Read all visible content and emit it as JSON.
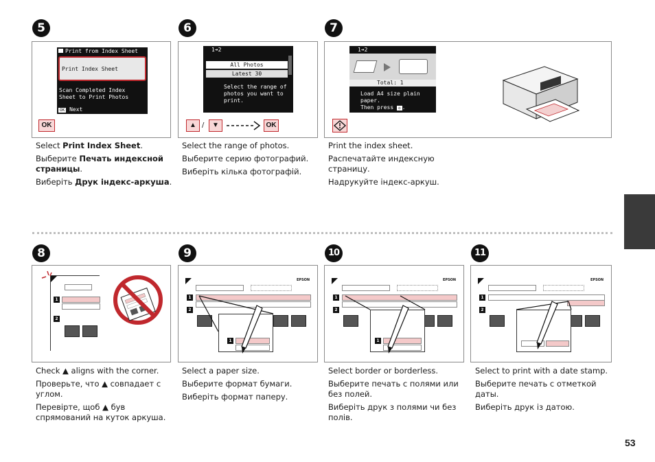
{
  "steps": {
    "s5": {
      "number": "5",
      "lcd_title": "Print from Index Sheet",
      "lcd_item_selected": "Print Index Sheet",
      "lcd_item_2a": "Scan Completed Index",
      "lcd_item_2b": "Sheet to Print Photos",
      "lcd_footer_key": "OK",
      "lcd_footer_text": "Next",
      "key_ok": "OK",
      "en_pre": "Select ",
      "en_bold": "Print Index Sheet",
      "en_post": ".",
      "ru_pre": "Выберите ",
      "ru_bold": "Печать индексной страницы",
      "ru_post": ".",
      "uk_pre": "Виберіть ",
      "uk_bold": "Друк індекс-аркуша",
      "uk_post": "."
    },
    "s6": {
      "number": "6",
      "lcd_header": "1➔2",
      "lcd_option_1": "All Photos",
      "lcd_option_2": "Latest 30",
      "lcd_msg_1": "Select the range of",
      "lcd_msg_2": "photos you want to",
      "lcd_msg_3": "print.",
      "key_up": "▲",
      "slash": "/",
      "key_down": "▼",
      "key_ok": "OK",
      "en": "Select the range of photos.",
      "ru": "Выберите серию фотографий.",
      "uk": "Виберіть кілька фотографій."
    },
    "s7": {
      "number": "7",
      "lcd_header": "1➔2",
      "lcd_total": "Total:   1",
      "lcd_msg_1": "Load A4 size plain paper.",
      "lcd_msg_2": "Then press",
      "en": "Print the index sheet.",
      "ru": "Распечатайте индексную страницу.",
      "uk": "Надрукуйте індекс-аркуш."
    },
    "s8": {
      "number": "8",
      "en": "Check ▲ aligns with the corner.",
      "ru": "Проверьте, что ▲ совпадает с углом.",
      "uk": "Перевірте, щоб ▲ був спрямований на куток аркуша."
    },
    "s9": {
      "number": "9",
      "brand": "EPSON",
      "en": "Select a paper size.",
      "ru": "Выберите формат бумаги.",
      "uk": "Виберіть формат паперу."
    },
    "s10": {
      "number": "10",
      "brand": "EPSON",
      "en": "Select border or borderless.",
      "ru": "Выберите печать с полями или без полей.",
      "uk": "Виберіть друк з полями чи без полів."
    },
    "s11": {
      "number": "11",
      "brand": "EPSON",
      "en": "Select to print with a date stamp.",
      "ru": "Выберите печать с отметкой даты.",
      "uk": "Виберіть друк із датою."
    }
  },
  "sheet_labels": {
    "row1": "1",
    "row2": "2"
  },
  "page_number": "53",
  "colors": {
    "highlight": "#c0282d",
    "side_tab": "#3a3a3a",
    "lcd": "#111111"
  }
}
